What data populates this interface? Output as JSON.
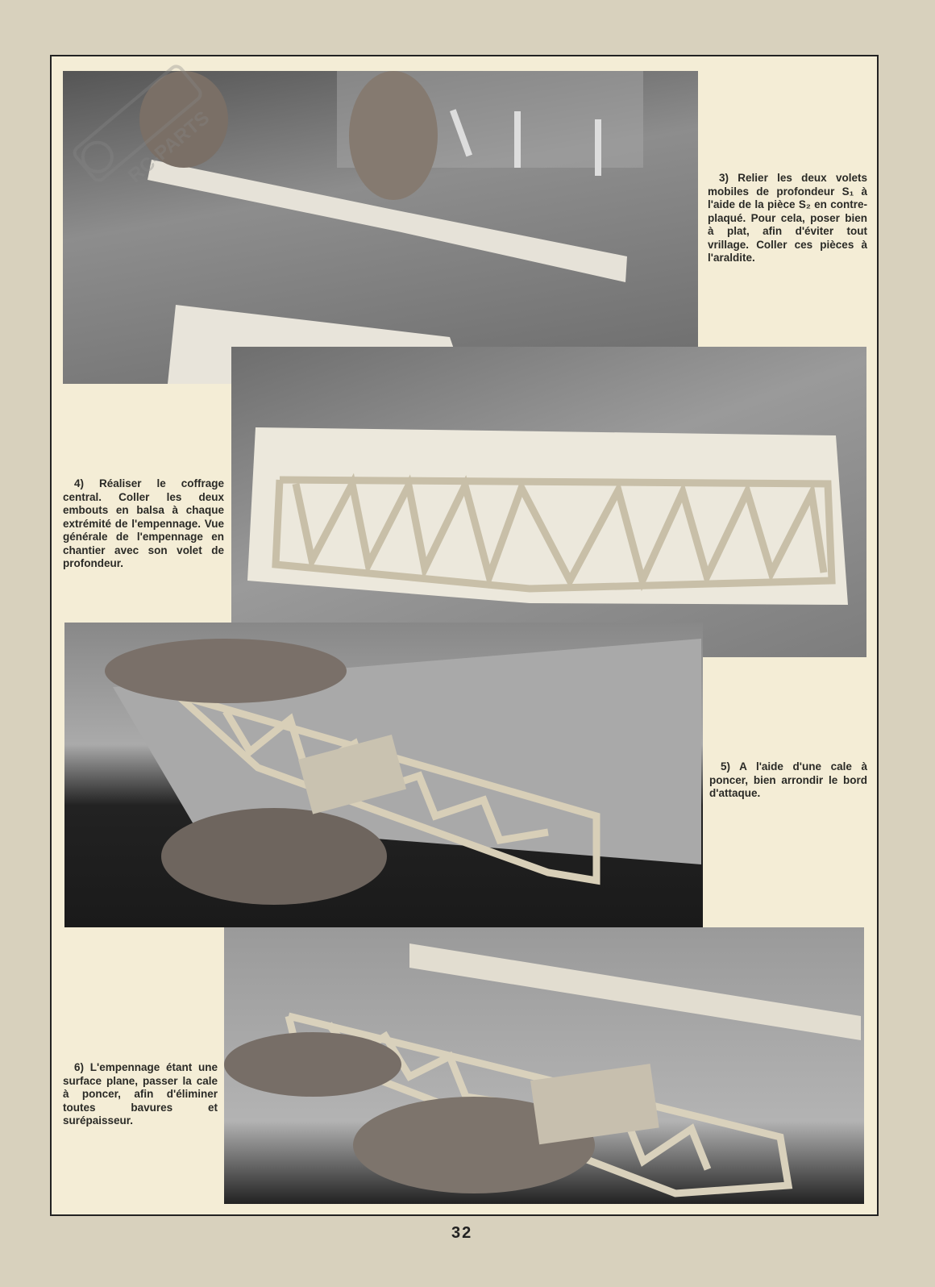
{
  "watermark": "RC-PARTS.com",
  "captions": {
    "step3": "3) Relier les deux volets mobiles de profondeur S₁ à l'aide de la pièce S₂ en contre-plaqué. Pour cela, poser bien à plat, afin d'éviter tout vrillage. Coller ces pièces à l'araldite.",
    "step4": "4) Réaliser le coffrage central. Coller les deux embouts en balsa à chaque extrémité de l'empennage. Vue générale de l'empennage en chantier avec son volet de profondeur.",
    "step5": "5) A l'aide d'une cale à poncer, bien arrondir le bord d'attaque.",
    "step6": "6) L'empennage étant une surface plane, passer la cale à poncer, afin d'éliminer toutes bavures et surépaisseur."
  },
  "page_number": "32"
}
